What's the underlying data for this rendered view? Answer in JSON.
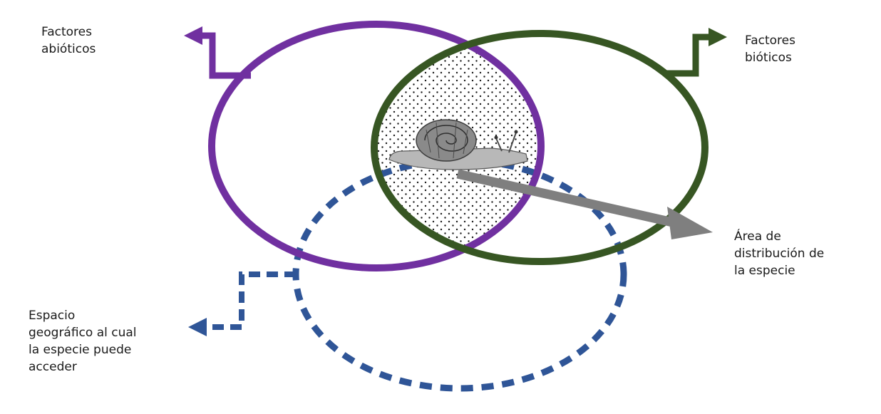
{
  "labels": {
    "abioticos": [
      "Factores",
      "abióticos"
    ],
    "bioticos": [
      "Factores",
      "bióticos"
    ],
    "area": [
      "Área de",
      "distribución de",
      "la especie"
    ],
    "espacio": [
      "Espacio",
      "geográfico al cual",
      "la especie puede",
      "acceder"
    ]
  },
  "colors": {
    "abiotic_circle": "#7030a0",
    "biotic_circle": "#375623",
    "accessible_circle": "#2f5597",
    "distribution_arrow": "#7f7f7f"
  },
  "icons": {
    "organism": "snail-icon"
  }
}
